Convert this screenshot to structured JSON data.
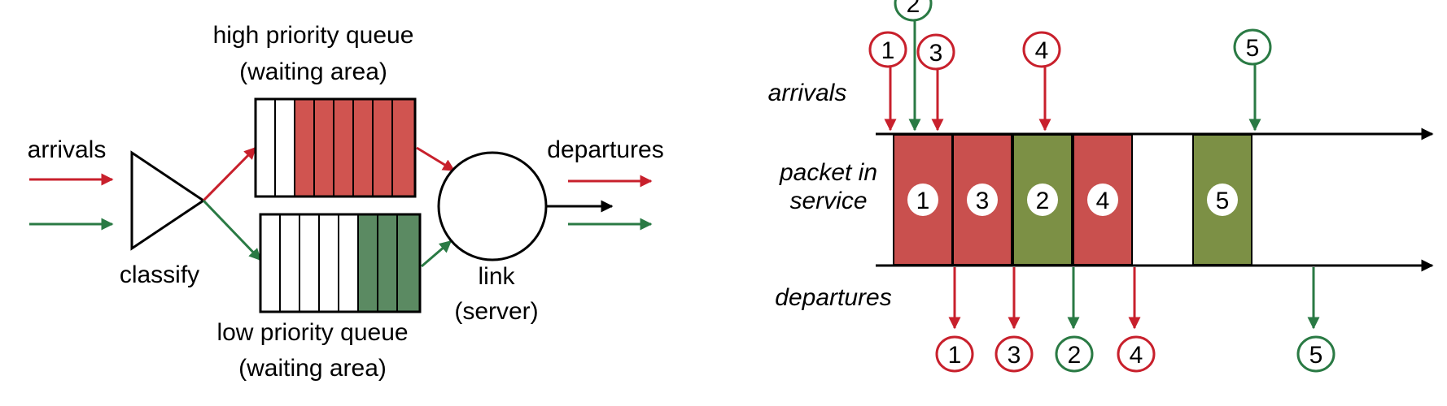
{
  "colors": {
    "red": "#c8202c",
    "red_fill": "#c9504e",
    "red_slot": "#d05450",
    "green": "#2a7a44",
    "green_fill": "#5b8a62",
    "olive_fill": "#7c9045",
    "black": "#000000"
  },
  "left": {
    "arrivals_label": "arrivals",
    "classify_label": "classify",
    "high_queue_line1": "high priority queue",
    "high_queue_line2": "(waiting area)",
    "low_queue_line1": "low priority queue",
    "low_queue_line2": "(waiting area)",
    "departures_label": "departures",
    "link_line1": "link",
    "link_line2": "(server)"
  },
  "right": {
    "arrivals_label": "arrivals",
    "service_line1": "packet in",
    "service_line2": "service",
    "departures_label": "departures",
    "arrivals": [
      {
        "label": "1",
        "priority": "high"
      },
      {
        "label": "2",
        "priority": "low"
      },
      {
        "label": "3",
        "priority": "high"
      },
      {
        "label": "4",
        "priority": "high"
      },
      {
        "label": "5",
        "priority": "low"
      }
    ],
    "service": [
      {
        "label": "1",
        "priority": "high"
      },
      {
        "label": "3",
        "priority": "high"
      },
      {
        "label": "2",
        "priority": "low"
      },
      {
        "label": "4",
        "priority": "high"
      },
      {
        "label": "5",
        "priority": "low"
      }
    ],
    "departures": [
      {
        "label": "1",
        "priority": "high"
      },
      {
        "label": "3",
        "priority": "high"
      },
      {
        "label": "2",
        "priority": "low"
      },
      {
        "label": "4",
        "priority": "high"
      },
      {
        "label": "5",
        "priority": "low"
      }
    ]
  }
}
